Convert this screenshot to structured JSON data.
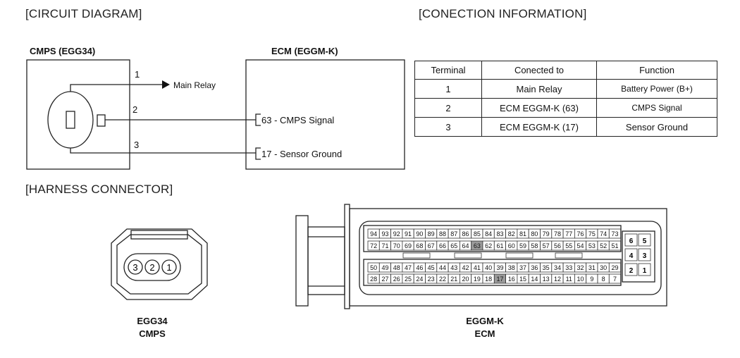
{
  "headings": {
    "circuit": "[CIRCUIT DIAGRAM]",
    "connection": "[CONECTION INFORMATION]",
    "harness": "[HARNESS CONNECTOR]"
  },
  "circuit": {
    "cmps_label": "CMPS (EGG34)",
    "ecm_label": "ECM (EGGM-K)",
    "wires": [
      {
        "terminal": "1",
        "dest": "Main Relay"
      },
      {
        "terminal": "2",
        "dest": "63 - CMPS Signal"
      },
      {
        "terminal": "3",
        "dest": "17 - Sensor Ground"
      }
    ]
  },
  "connection_table": {
    "headers": [
      "Terminal",
      "Conected to",
      "Function"
    ],
    "rows": [
      [
        "1",
        "Main Relay",
        "Battery Power (B+)"
      ],
      [
        "2",
        "ECM EGGM-K (63)",
        "CMPS Signal"
      ],
      [
        "3",
        "ECM EGGM-K (17)",
        "Sensor Ground"
      ]
    ]
  },
  "harness": {
    "egg34": {
      "line1": "EGG34",
      "line2": "CMPS",
      "pins": [
        "3",
        "2",
        "1"
      ]
    },
    "eggmk": {
      "line1": "EGGM-K",
      "line2": "ECM",
      "row1": [
        "94",
        "93",
        "92",
        "91",
        "90",
        "89",
        "88",
        "87",
        "86",
        "85",
        "84",
        "83",
        "82",
        "81",
        "80",
        "79",
        "78",
        "77",
        "76",
        "75",
        "74",
        "73"
      ],
      "row2": [
        "72",
        "71",
        "70",
        "69",
        "68",
        "67",
        "66",
        "65",
        "64",
        "63",
        "62",
        "61",
        "60",
        "59",
        "58",
        "57",
        "56",
        "55",
        "54",
        "53",
        "52",
        "51"
      ],
      "row3": [
        "50",
        "49",
        "48",
        "47",
        "46",
        "45",
        "44",
        "43",
        "42",
        "41",
        "40",
        "39",
        "38",
        "37",
        "36",
        "35",
        "34",
        "33",
        "32",
        "31",
        "30",
        "29"
      ],
      "row4": [
        "28",
        "27",
        "26",
        "25",
        "24",
        "23",
        "22",
        "21",
        "20",
        "19",
        "18",
        "17",
        "16",
        "15",
        "14",
        "13",
        "12",
        "11",
        "10",
        "9",
        "8",
        "7"
      ],
      "highlighted": [
        "63",
        "17"
      ],
      "side_pins": [
        [
          "6",
          "5"
        ],
        [
          "4",
          "3"
        ],
        [
          "2",
          "1"
        ]
      ]
    }
  }
}
